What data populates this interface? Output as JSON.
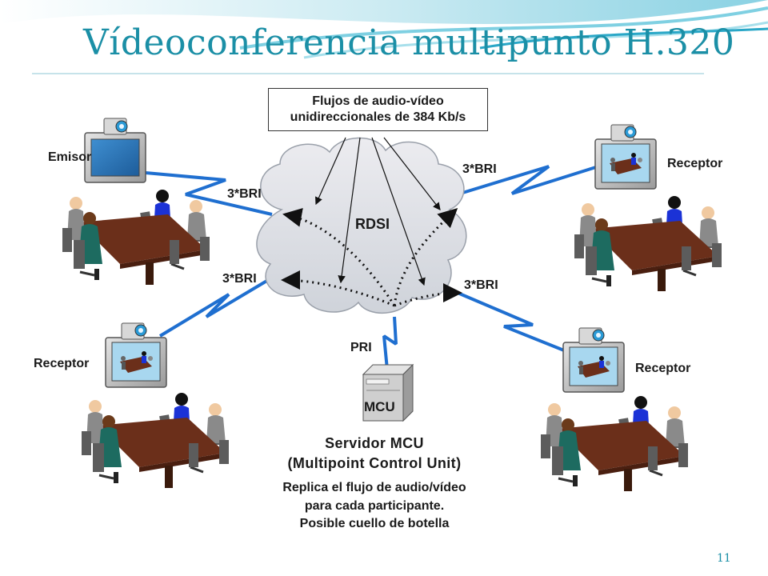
{
  "slide": {
    "title": "Vídeoconferencia multipunto H.320",
    "page_number": "11"
  },
  "network": {
    "cloud_label": "RDSI",
    "flows_box": {
      "line1": "Flujos de audio-vídeo",
      "line2": "unidireccionales de 384 Kb/s"
    },
    "links": {
      "top_left": "3*BRI",
      "top_right": "3*BRI",
      "bottom_left": "3*BRI",
      "bottom_right": "3*BRI",
      "server": "PRI"
    }
  },
  "sites": {
    "top_left": "Emisor",
    "top_right": "Receptor",
    "bottom_left": "Receptor",
    "bottom_right": "Receptor"
  },
  "server": {
    "device_label": "MCU",
    "name_line1": "Servidor MCU",
    "name_line2": "(Multipoint Control Unit)",
    "note_line1": "Replica el flujo de audio/vídeo",
    "note_line2": "para cada participante.",
    "note_line3": "Posible cuello de botella"
  },
  "colors": {
    "accent": "#1b8fa6",
    "link_blue": "#1f6fd0",
    "table_brown": "#6b2f1a",
    "cloud_fill": "#dce0e6"
  }
}
